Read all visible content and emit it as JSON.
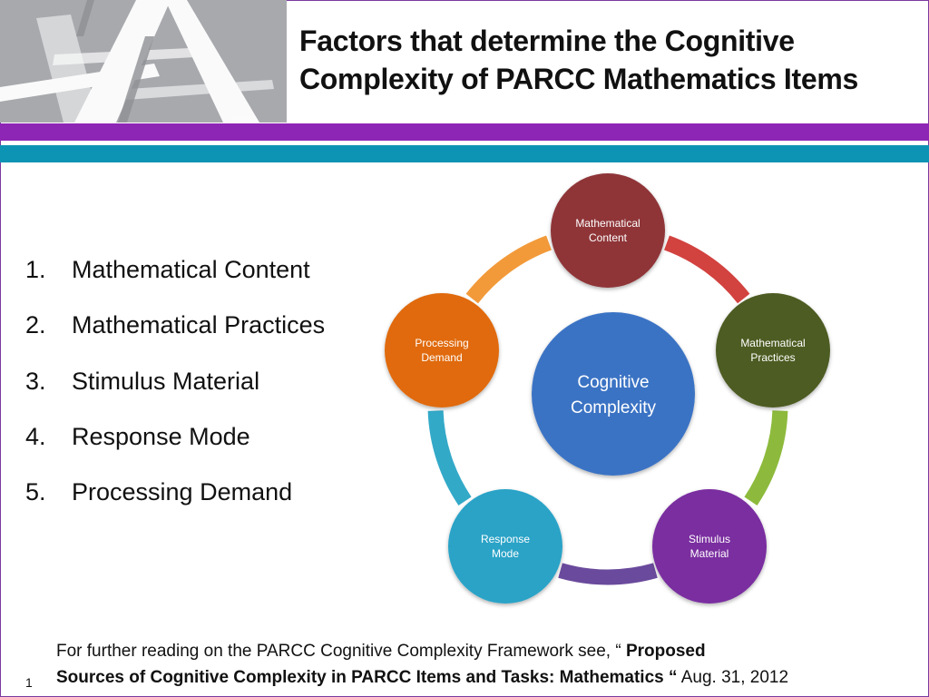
{
  "slide": {
    "title_line1": "Factors that determine the Cognitive",
    "title_line2": "Complexity of PARCC Mathematics Items",
    "number": "1"
  },
  "logo": {
    "icon": "stylized-letter-a-logo",
    "background": "#a7a9ad"
  },
  "factors": [
    {
      "num": "1.",
      "label": "Mathematical Content"
    },
    {
      "num": "2.",
      "label": "Mathematical Practices"
    },
    {
      "num": "3.",
      "label": "Stimulus Material"
    },
    {
      "num": "4.",
      "label": "Response Mode"
    },
    {
      "num": "5.",
      "label": "Processing Demand"
    }
  ],
  "diagram": {
    "center": {
      "line1": "Cognitive",
      "line2": "Complexity",
      "color": "#3a73c4"
    },
    "nodes": [
      {
        "line1": "Mathematical",
        "line2": "Content",
        "color": "#8f3437"
      },
      {
        "line1": "Mathematical",
        "line2": "Practices",
        "color": "#4d5b24"
      },
      {
        "line1": "Stimulus",
        "line2": "Material",
        "color": "#7a2fa0"
      },
      {
        "line1": "Response",
        "line2": "Mode",
        "color": "#2aa3c7"
      },
      {
        "line1": "Processing",
        "line2": "Demand",
        "color": "#e06a0c"
      }
    ],
    "arcs": [
      {
        "from": "Mathematical Content",
        "to": "Mathematical Practices",
        "color": "#d2423f"
      },
      {
        "from": "Mathematical Practices",
        "to": "Stimulus Material",
        "color": "#8dba3c"
      },
      {
        "from": "Stimulus Material",
        "to": "Response Mode",
        "color": "#6a4a9c"
      },
      {
        "from": "Response Mode",
        "to": "Processing Demand",
        "color": "#33a9c8"
      },
      {
        "from": "Processing Demand",
        "to": "Mathematical Content",
        "color": "#f29a3a"
      }
    ]
  },
  "footnote": {
    "intro": "For further reading on the PARCC Cognitive Complexity Framework see,  “ ",
    "bold_line1": "Proposed",
    "bold_line2": "Sources of Cognitive Complexity in PARCC Items and Tasks: Mathematics “",
    "date": " Aug. 31, 2012"
  },
  "colors": {
    "purple_band": "#8e26b5",
    "teal_band": "#0d93b4",
    "frame": "#7a3aa0"
  }
}
